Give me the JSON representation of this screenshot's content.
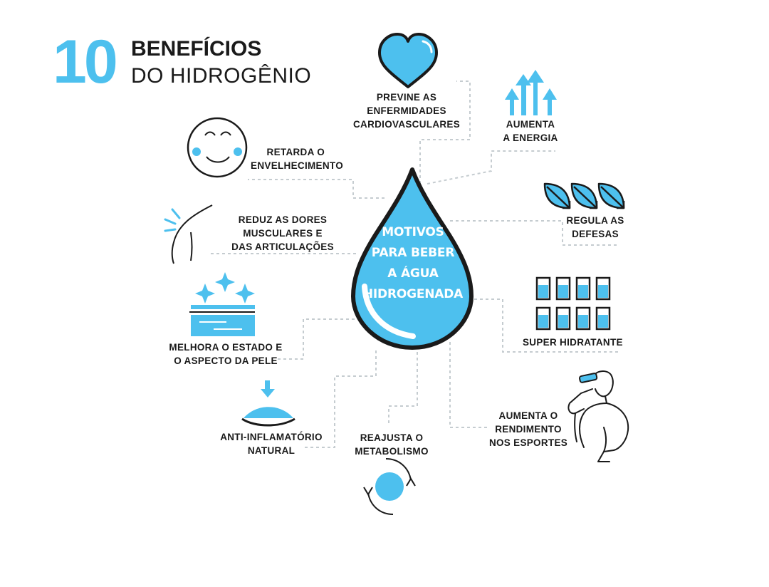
{
  "title": {
    "number": "10",
    "line1": "BENEFÍCIOS",
    "line2": "DO HIDROGÊNIO"
  },
  "center": {
    "lines": [
      "MOTIVOS",
      "PARA BEBER",
      "A ÁGUA",
      "HIDROGENADA"
    ]
  },
  "benefits": {
    "cardio": {
      "icon": "heart-icon",
      "lines": [
        "PREVINE AS",
        "ENFERMIDADES",
        "CARDIOVASCULARES"
      ]
    },
    "energy": {
      "icon": "arrows-up-icon",
      "lines": [
        "AUMENTA",
        "A ENERGIA"
      ]
    },
    "defenses": {
      "icon": "leaves-icon",
      "lines": [
        "REGULA AS",
        "DEFESAS"
      ]
    },
    "hydration": {
      "icon": "water-glasses-icon",
      "lines": [
        "SUPER HIDRATANTE"
      ]
    },
    "sports": {
      "icon": "athlete-drinking-icon",
      "lines": [
        "AUMENTA O",
        "RENDIMENTO",
        "NOS ESPORTES"
      ]
    },
    "metabolism": {
      "icon": "cycle-icon",
      "lines": [
        "REAJUSTA O",
        "METABOLISMO"
      ]
    },
    "antiinflammatory": {
      "icon": "eye-drop-icon",
      "lines": [
        "ANTI-INFLAMATÓRIO",
        "NATURAL"
      ]
    },
    "skin": {
      "icon": "skin-layers-icon",
      "lines": [
        "MELHORA O ESTADO E",
        "O ASPECTO DA PELE"
      ]
    },
    "pain": {
      "icon": "shoulder-icon",
      "lines": [
        "REDUZ AS DORES",
        "MUSCULARES E",
        "DAS ARTICULAÇÕES"
      ]
    },
    "aging": {
      "icon": "smiling-face-icon",
      "lines": [
        "RETARDA O",
        "ENVELHECIMENTO"
      ]
    }
  },
  "colors": {
    "accent": "#4dc0ee",
    "ink": "#1a1a1a",
    "connector": "#c5ccd0"
  }
}
